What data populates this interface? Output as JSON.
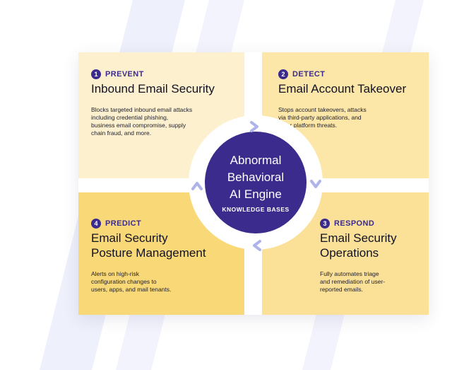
{
  "engine": {
    "title_lines": [
      "Abnormal",
      "Behavioral",
      "AI Engine"
    ],
    "subtitle": "KNOWLEDGE BASES"
  },
  "steps": [
    {
      "number": "1",
      "label": "PREVENT",
      "title_lines": [
        "Inbound Email Security"
      ],
      "description_lines": [
        "Blocks targeted inbound email attacks",
        "including credential phishing,",
        "business email compromise, supply",
        "chain fraud, and more."
      ]
    },
    {
      "number": "2",
      "label": "DETECT",
      "title_lines": [
        "Email Account Takeover"
      ],
      "description_lines": [
        "Stops account takeovers, attacks",
        "via third-party applications, and",
        "other platform threats."
      ]
    },
    {
      "number": "3",
      "label": "RESPOND",
      "title_lines": [
        "Email Security",
        "Operations"
      ],
      "description_lines": [
        "Fully automates triage",
        "and remediation of user-",
        "reported emails."
      ]
    },
    {
      "number": "4",
      "label": "PREDICT",
      "title_lines": [
        "Email Security",
        "Posture Management"
      ],
      "description_lines": [
        "Alerts on high-risk",
        "configuration changes to",
        "users, apps, and mail tenants."
      ]
    }
  ],
  "colors": {
    "accent": "#3b2b8c",
    "prevent_bg": "#fdf0cf",
    "detect_bg": "#fce7a8",
    "respond_bg": "#fbe198",
    "predict_bg": "#f9d977",
    "arrow": "#aeb4ea",
    "stripe": "#eef0fb"
  },
  "icons": [
    "arrow-chevron-icon"
  ]
}
